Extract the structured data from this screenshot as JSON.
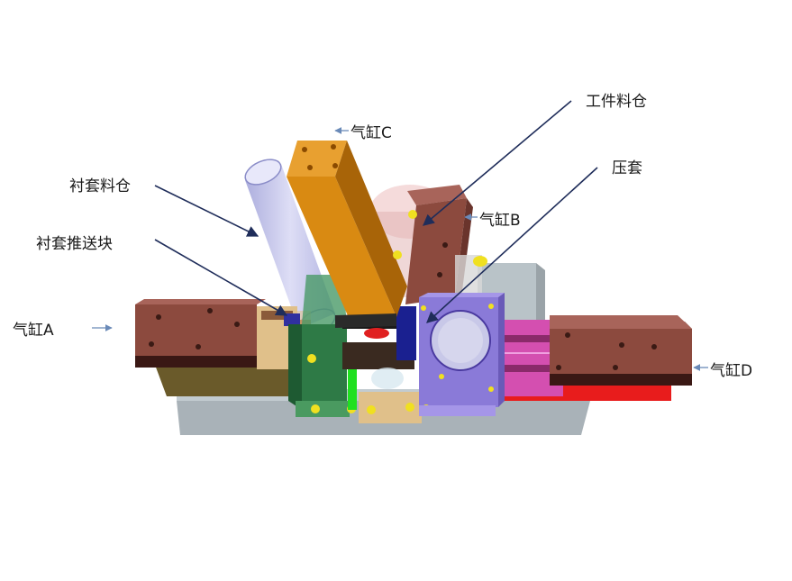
{
  "labels": {
    "cylinder_a": "气缸A",
    "cylinder_b": "气缸B",
    "cylinder_c": "气缸C",
    "cylinder_d": "气缸D",
    "workpiece_bin": "工件料仓",
    "press_sleeve": "压套",
    "bushing_bin": "衬套料仓",
    "bushing_pusher": "衬套推送块"
  },
  "colors": {
    "base_plate": "#b9c3c8",
    "cylinder_body": "#8c4a3e",
    "cylinder_c_body": "#d98a12",
    "bushing_bin": "#b8b8e8",
    "slide_block": "#2e7a46",
    "press_block": "#8a7ad8",
    "slide_rail": "#d44fb0",
    "tan_block": "#e0c08a",
    "workpiece_bin": "#d49a9a",
    "leader_line": "#1f2d5a",
    "small_arrow": "#6a8ab8",
    "bolt": "#f0e020"
  }
}
